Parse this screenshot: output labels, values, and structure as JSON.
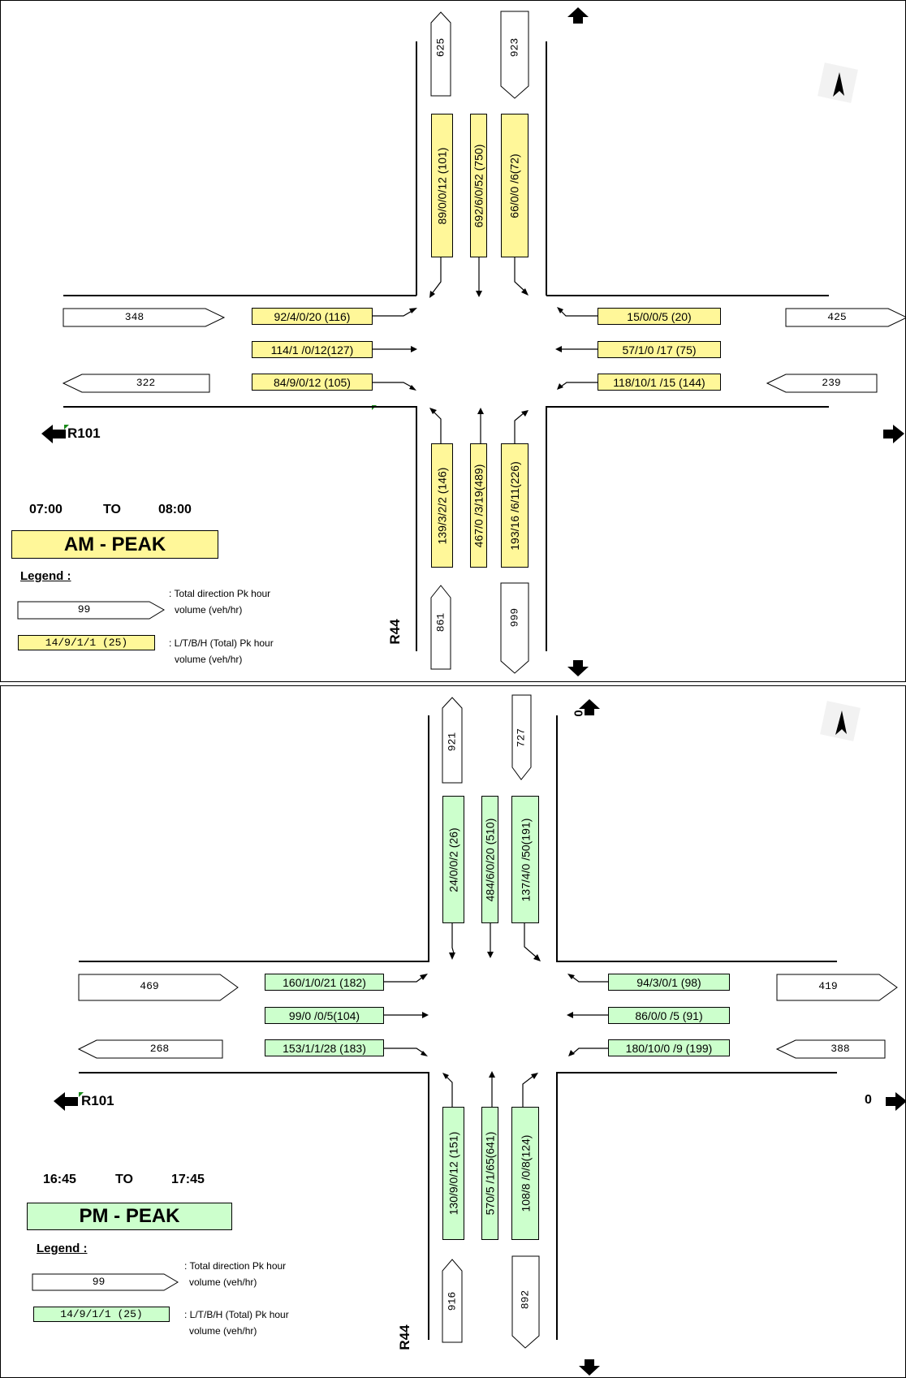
{
  "colors": {
    "am_fill": "#fff799",
    "pm_fill": "#ccffcc"
  },
  "am": {
    "approach_totals": {
      "north_in": "625",
      "north_out": "923",
      "west_out": "348",
      "west_in": "322",
      "east_in": "425",
      "east_out": "239",
      "south_in": "861",
      "south_out": "999"
    },
    "movements": {
      "north_left": "89/0/0/12 (101)",
      "north_through": "692/6/0/52 (750)",
      "north_right": "66/0/0 /6(72)",
      "west_top": "92/4/0/20 (116)",
      "west_mid": "114/1 /0/12(127)",
      "west_bot": "84/9/0/12 (105)",
      "east_top": "15/0/0/5 (20)",
      "east_mid": "57/1/0 /17  (75)",
      "east_bot": "118/10/1 /15  (144)",
      "south_left": "139/3/2/2 (146)",
      "south_through": "467/0 /3/19(489)",
      "south_right": "193/16 /6/11(226)"
    },
    "road_west": "R101",
    "road_south": "R44",
    "time_from": "07:00",
    "time_to_word": "TO",
    "time_to": "08:00",
    "peak_label": "AM - PEAK",
    "legend": {
      "title": "Legend :",
      "sample_total": "99",
      "total_line1": ": Total direction Pk hour",
      "total_line2": "volume (veh/hr)",
      "sample_mov": "14/9/1/1 (25)",
      "mov_line1": ": L/T/B/H (Total) Pk hour",
      "mov_line2": "volume (veh/hr)"
    },
    "compass_letter": "N"
  },
  "pm": {
    "approach_totals": {
      "north_in": "921",
      "north_out": "727",
      "west_out": "469",
      "west_in": "268",
      "east_in": "419",
      "east_out": "388",
      "south_in": "916",
      "south_out": "892"
    },
    "movements": {
      "north_left": "24/0/0/2 (26)",
      "north_through": "484/6/0/20 (510)",
      "north_right": "137/4/0 /50(191)",
      "west_top": "160/1/0/21 (182)",
      "west_mid": "99/0 /0/5(104)",
      "west_bot": "153/1/1/28 (183)",
      "east_top": "94/3/0/1 (98)",
      "east_mid": "86/0/0 /5  (91)",
      "east_bot": "180/10/0 /9  (199)",
      "south_left": "130/9/0/12 (151)",
      "south_through": "570/5 /1/65(641)",
      "south_right": "108/8 /0/8(124)"
    },
    "road_west": "R101",
    "road_south": "R44",
    "north_arrow_value": "0",
    "east_arrow_value": "0",
    "time_from": "16:45",
    "time_to_word": "TO",
    "time_to": "17:45",
    "peak_label": "PM - PEAK",
    "legend": {
      "title": "Legend :",
      "sample_total": "99",
      "total_line1": ": Total direction Pk hour",
      "total_line2": "volume (veh/hr)",
      "sample_mov": "14/9/1/1 (25)",
      "mov_line1": ": L/T/B/H (Total) Pk hour",
      "mov_line2": "volume (veh/hr)"
    },
    "compass_letter": "N"
  }
}
